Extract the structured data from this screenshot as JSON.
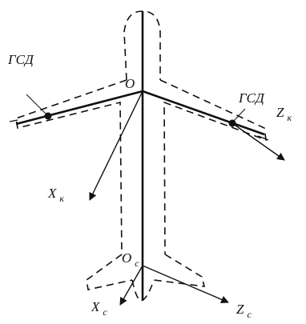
{
  "labels": {
    "gsd_left": "ГСД",
    "gsd_right": "ГСД",
    "origin": "O",
    "xk_main": "X",
    "xk_sub": "к",
    "zk_main": "Z",
    "zk_sub": "к",
    "oc_main": "O",
    "oc_sub": "с",
    "xc_main": "X",
    "xc_sub": "с",
    "zc_main": "Z",
    "zc_sub": "с"
  },
  "colors": {
    "ink": "#111111",
    "background": "#ffffff"
  }
}
